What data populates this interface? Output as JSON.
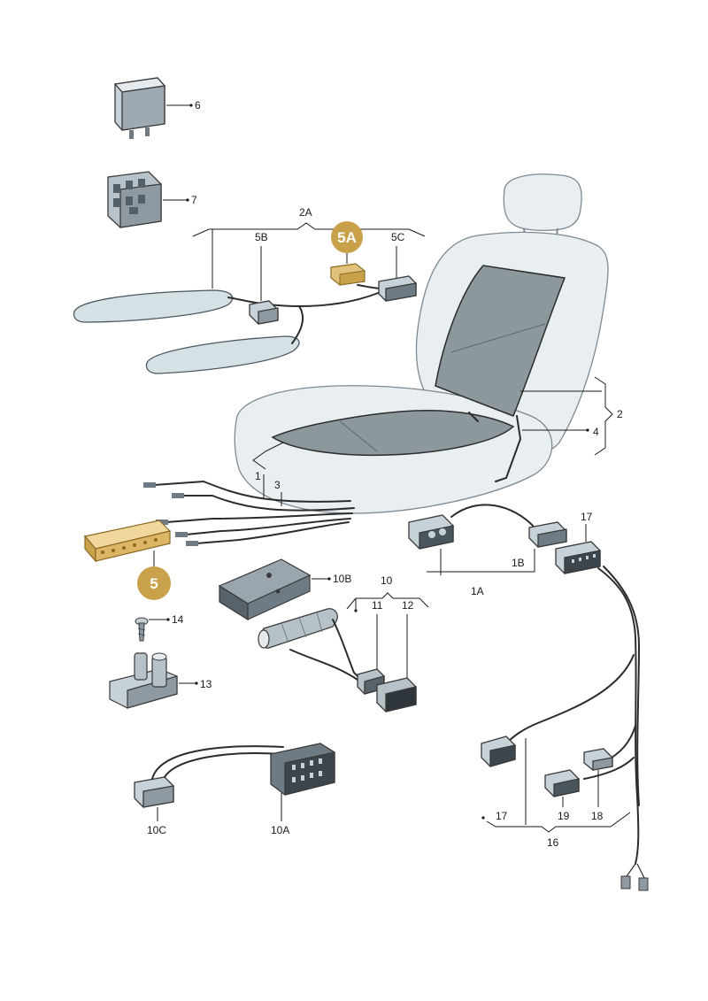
{
  "labels": {
    "l1": "1",
    "l1A": "1A",
    "l1B": "1B",
    "l2": "2",
    "l2A": "2A",
    "l3": "3",
    "l4": "4",
    "l5": "5",
    "l5A": "5A",
    "l5B": "5B",
    "l5C": "5C",
    "l6": "6",
    "l7": "7",
    "l10": "10",
    "l10A": "10A",
    "l10B": "10B",
    "l10C": "10C",
    "l11": "11",
    "l12": "12",
    "l13": "13",
    "l14": "14",
    "l16": "16",
    "l17a": "17",
    "l17b": "17",
    "l18": "18",
    "l19": "19"
  },
  "colors": {
    "highlight_badge": "#c9a14a",
    "highlight_part": "#e2c27a",
    "part_fill": "#cfd8df",
    "part_dark": "#6f7b84",
    "seat_fill": "#e9eef1",
    "heater_pad": "#8d979e",
    "line": "#1a1a1a"
  },
  "icons": [
    "relay-icon",
    "socket-relay-icon",
    "seat-icon",
    "heater-mat-icon",
    "connector-icon",
    "switch-icon",
    "screw-icon",
    "sensor-icon"
  ]
}
